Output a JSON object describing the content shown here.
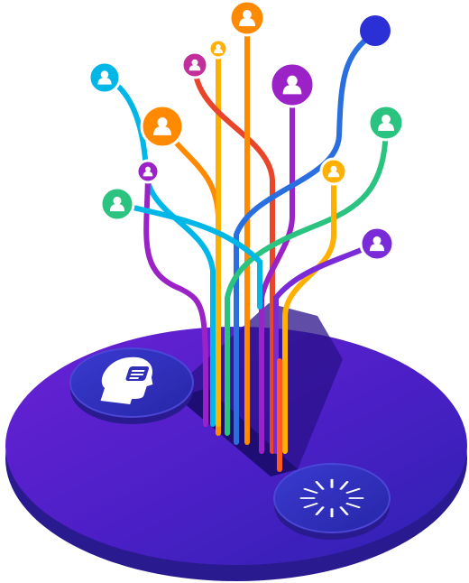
{
  "illustration": {
    "type": "isometric-network-tree",
    "colors": {
      "platform_top": "#5a1fd0",
      "platform_side": "#2a1a8f",
      "platform_shade": "#3a20b0",
      "disc_fill": "#2f2fb8",
      "disc_rim": "#4a46d6",
      "slot": "#2a128a",
      "icon_white": "#ffffff"
    },
    "branch_colors": [
      "#00b7e8",
      "#ff8a00",
      "#9b22c7",
      "#2ac37f",
      "#ffb000",
      "#e8452b",
      "#7a2bd8",
      "#2a6fe0",
      "#c1309a"
    ],
    "nodes": [
      {
        "name": "user-node-orange-top",
        "icon": "user-icon",
        "color": "#ff8a00"
      },
      {
        "name": "user-node-yellow-small",
        "icon": "user-icon",
        "color": "#ffb000"
      },
      {
        "name": "user-node-magenta-small",
        "icon": "user-icon",
        "color": "#c1309a"
      },
      {
        "name": "user-node-purple-large",
        "icon": "user-icon",
        "color": "#9b22c7"
      },
      {
        "name": "blue-dot-node",
        "icon": "dot-icon",
        "color": "#2a2fd6"
      },
      {
        "name": "user-node-cyan",
        "icon": "user-icon",
        "color": "#00b7e8"
      },
      {
        "name": "user-node-orange-large",
        "icon": "user-icon",
        "color": "#ff8a00"
      },
      {
        "name": "user-node-green-right",
        "icon": "user-icon",
        "color": "#2ac37f"
      },
      {
        "name": "user-node-purple-small",
        "icon": "user-icon",
        "color": "#9b22c7"
      },
      {
        "name": "user-node-yellow-right",
        "icon": "user-icon",
        "color": "#ffb000"
      },
      {
        "name": "user-node-green-left",
        "icon": "user-icon",
        "color": "#2ac37f"
      },
      {
        "name": "user-node-purple-right",
        "icon": "user-icon",
        "color": "#7a2bd8"
      }
    ],
    "hubs": [
      {
        "name": "mind-hub",
        "icon": "head-with-speech-icon"
      },
      {
        "name": "loader-hub",
        "icon": "loading-spinner-icon"
      }
    ]
  }
}
